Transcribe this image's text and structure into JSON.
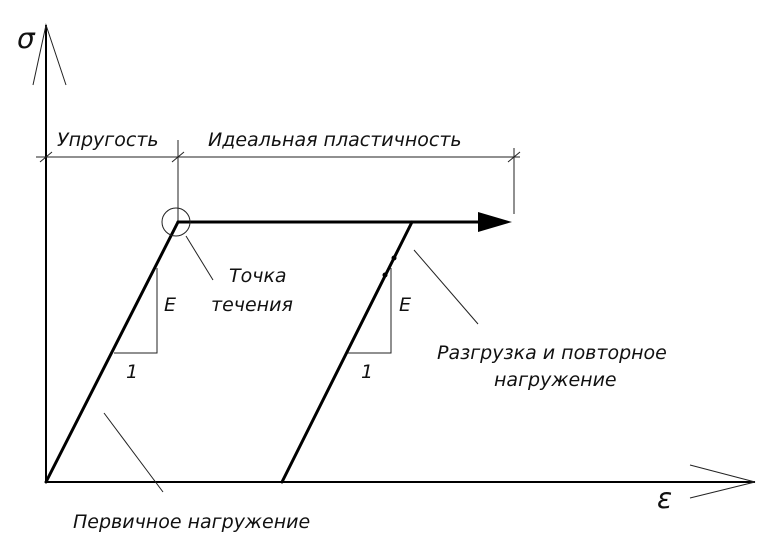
{
  "axes": {
    "y_label": "σ",
    "x_label": "ε"
  },
  "regions": {
    "elastic": "Упругость",
    "plastic": "Идеальная пластичность"
  },
  "annotations": {
    "yield_point": [
      "Точка",
      "течения"
    ],
    "unload_reload": [
      "Разгрузка и повторное",
      "нагружение"
    ],
    "primary_loading": "Первичное нагружение"
  },
  "slope": {
    "modulus": "E",
    "unit": "1"
  },
  "colors": {
    "ink": "#000000",
    "background": "#ffffff"
  }
}
